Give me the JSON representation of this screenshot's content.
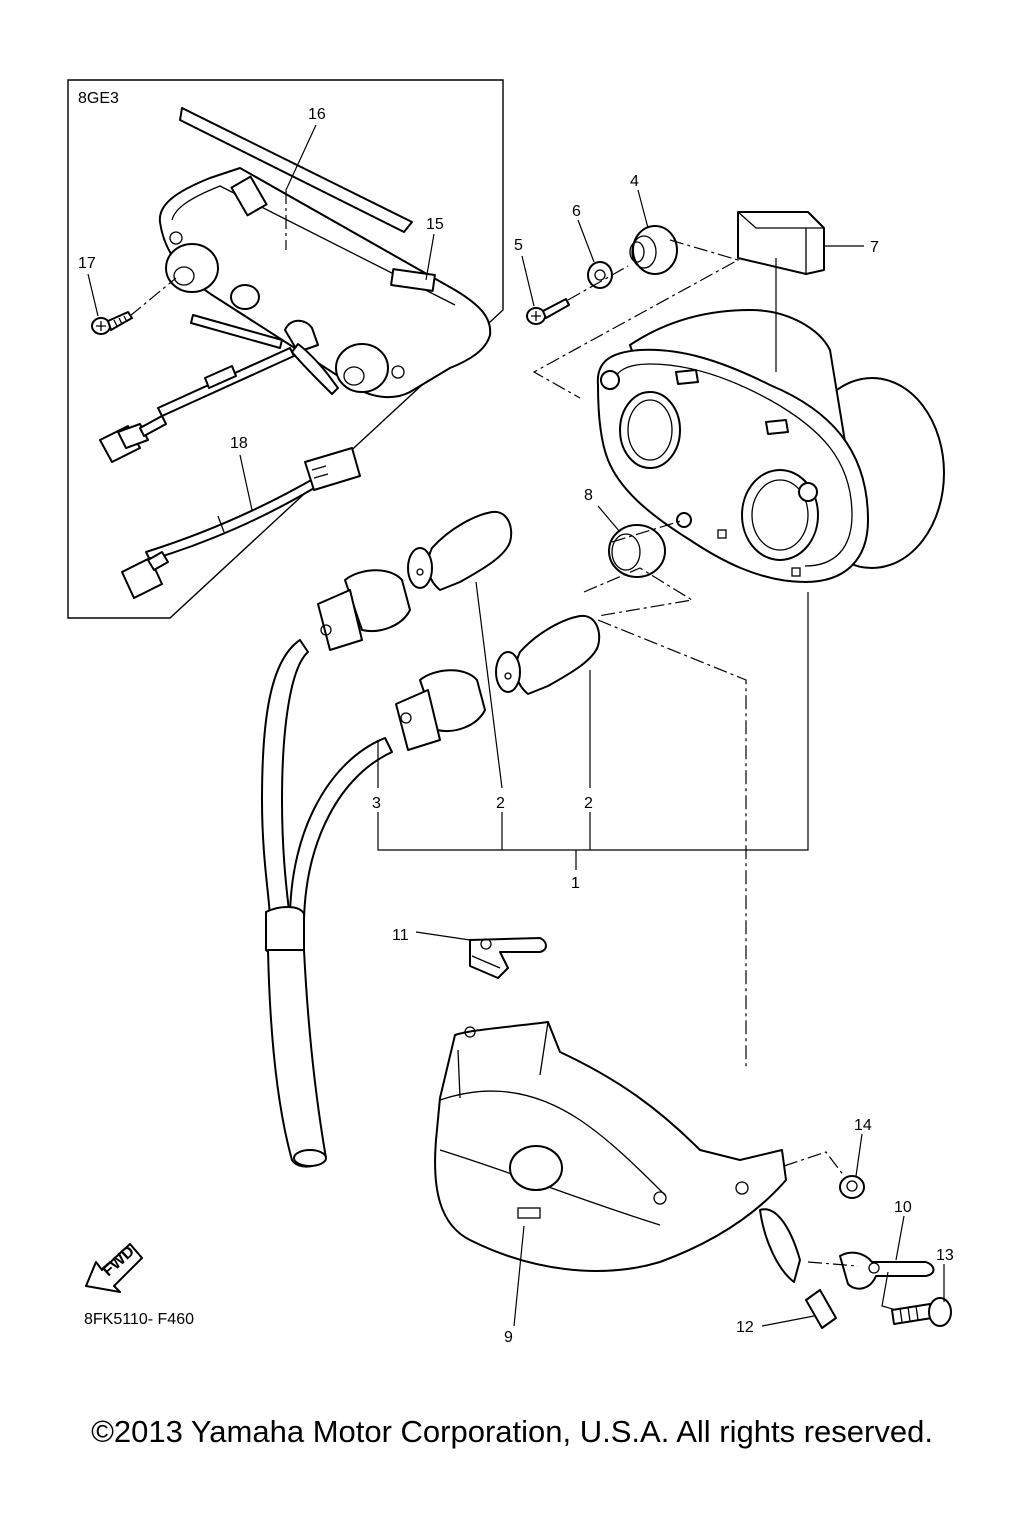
{
  "diagram": {
    "inset_label": "8GE3",
    "figure_code": "8FK5110- F460",
    "direction_badge": "FWD",
    "callouts": [
      {
        "id": "c16",
        "text": "16"
      },
      {
        "id": "c15",
        "text": "15"
      },
      {
        "id": "c17",
        "text": "17"
      },
      {
        "id": "c18",
        "text": "18"
      },
      {
        "id": "c4",
        "text": "4"
      },
      {
        "id": "c5",
        "text": "5"
      },
      {
        "id": "c6",
        "text": "6"
      },
      {
        "id": "c7",
        "text": "7"
      },
      {
        "id": "c8",
        "text": "8"
      },
      {
        "id": "c3",
        "text": "3"
      },
      {
        "id": "c2a",
        "text": "2"
      },
      {
        "id": "c2b",
        "text": "2"
      },
      {
        "id": "c1",
        "text": "1"
      },
      {
        "id": "c11",
        "text": "11"
      },
      {
        "id": "c14",
        "text": "14"
      },
      {
        "id": "c10",
        "text": "10"
      },
      {
        "id": "c13",
        "text": "13"
      },
      {
        "id": "c9",
        "text": "9"
      },
      {
        "id": "c12",
        "text": "12"
      }
    ]
  },
  "footer": {
    "copyright": "©2013 Yamaha Motor Corporation, U.S.A. All rights reserved."
  }
}
